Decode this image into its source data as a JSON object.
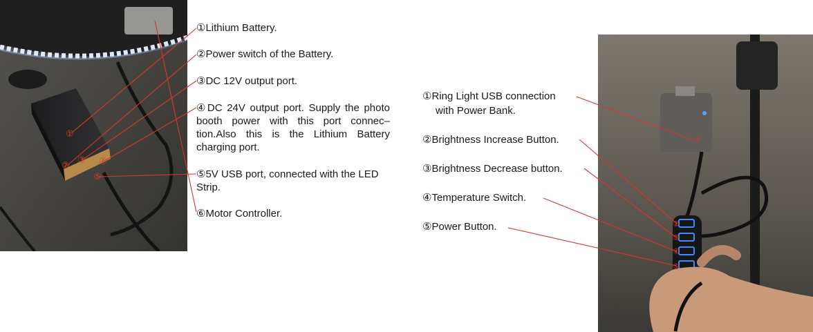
{
  "left_callouts": [
    "①Lithium Battery.",
    "②Power switch of the Battery.",
    "③DC 12V output port.",
    "④DC 24V output port. Supply the photo booth power with this port connec–tion.Also this is the Lithium Battery charging port.",
    "⑤5V USB port, connected with the LED Strip.",
    "⑥Motor Controller."
  ],
  "right_callouts": [
    "①Ring Light USB connection",
    "with Power Bank.",
    "②Brightness Increase Button.",
    "③Brightness Decrease button.",
    "④Temperature Switch.",
    "⑤Power Button."
  ],
  "left_photo_markers": [
    "①",
    "②",
    "③",
    "④",
    "⑤"
  ],
  "right_photo_markers": [
    "①",
    "②",
    "③",
    "④",
    "⑤"
  ],
  "colors": {
    "leader_line": "#d9362b",
    "marker": "#e23a2a",
    "button_glow": "#3b8cff"
  }
}
